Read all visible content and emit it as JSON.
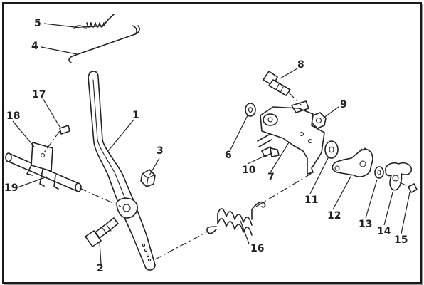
{
  "labels": {
    "l1": "1",
    "l2": "2",
    "l3": "3",
    "l4": "4",
    "l5": "5",
    "l6": "6",
    "l7": "7",
    "l8": "8",
    "l9": "9",
    "l10": "10",
    "l11": "11",
    "l12": "12",
    "l13": "13",
    "l14": "14",
    "l15": "15",
    "l16": "16",
    "l17": "17",
    "l18": "18",
    "l19": "19"
  },
  "colors": {
    "ink": "#222222",
    "frame": "#1a1a1a",
    "background": "#ffffff"
  }
}
